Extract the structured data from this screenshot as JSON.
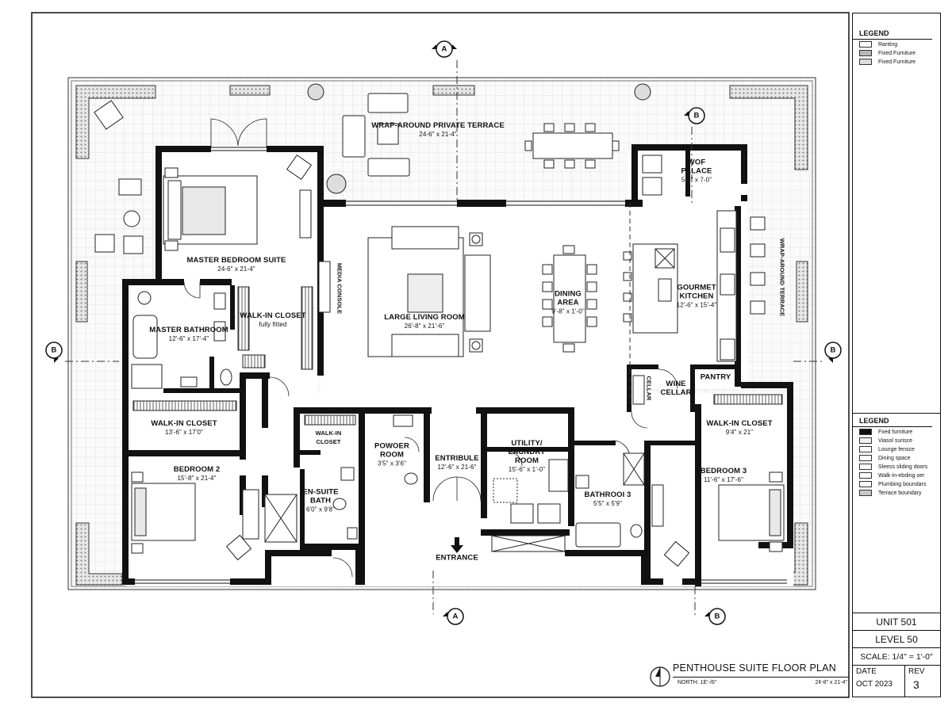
{
  "sheet": {
    "title": "PENTHOUSE SUITE FLOOR PLAN",
    "north_note": "NORTH: 1E'-/6\"",
    "overall_dim": "2¢-8\" x 21-4\"",
    "unit": "UNIT 501",
    "level": "LEVEL 50",
    "scale": "SCALE: 1/4\" = 1'-0\"",
    "date_label": "DATE",
    "date": "OCT 2023",
    "rev_label": "REV",
    "rev": "3"
  },
  "section_markers": {
    "a": "A",
    "b": "B"
  },
  "rooms": {
    "terrace": {
      "name": "WRAP-AROUND PRIVATE TERRACE",
      "dim": "24-6\" x 21-4\""
    },
    "master_bedroom": {
      "name": "MASTER BEDROOM SUITE",
      "dim": "24-6\" x 21-4\""
    },
    "master_bath": {
      "name": "MASTER BATHROOM",
      "dim": "12'-6\" x 17'-4\""
    },
    "master_closet": {
      "name": "WALK-IN CLOSET",
      "note": "fully fitted"
    },
    "media_console": {
      "name": "MEDIA CONSOLE"
    },
    "living": {
      "name": "LARGE LIVING ROOM",
      "dim": "26'-8\" x 21'-6\""
    },
    "dining": {
      "name": "DINING AREA",
      "dim": "9'-8\" x 1'-0\""
    },
    "wolf_palace": {
      "name": "WOF PALACE",
      "dim": "5-6\" x 7-0\""
    },
    "kitchen": {
      "name": "GOURMET KITCHEN",
      "dim": "12'-6\" x 15'-4\""
    },
    "pantry": {
      "name": "PANTRY"
    },
    "wine": {
      "name": "WINE CELLAR",
      "cellar": "CELLAR"
    },
    "closet2": {
      "name": "WALK-IN CLOSET",
      "dim": "13'-6\" x 17'0\""
    },
    "bedroom2": {
      "name": "BEDROOM 2",
      "dim": "15'-8\" x 21-4\""
    },
    "closet_small": {
      "name": "WALK-IN CLOSET"
    },
    "ensuite": {
      "name": "EN-SUITE BATH",
      "dim": "6'0\" x 9'8\""
    },
    "powder": {
      "name": "POWOER ROOM",
      "dim": "3'5\" x 3'6\""
    },
    "entry": {
      "name": "ENTRIBULE",
      "dim": "12'-6\" x 21-6\""
    },
    "entrance": {
      "name": "ENTRANCE"
    },
    "utility": {
      "name": "UTILITY/ LAUNDRY ROOM",
      "dim": "15'-6\" x 1'-0\""
    },
    "bath3": {
      "name": "BATHROOI 3",
      "dim": "5'5\" x 5'9\""
    },
    "closet3": {
      "name": "WALK-IN CLOSET",
      "dim": "9'4\" x 21\""
    },
    "bedroom3": {
      "name": "BEDROOM 3",
      "dim": "11'-6\" x 17'-6\""
    },
    "wraparound_side": {
      "name": "WRAP-AROUND TERRACE"
    }
  },
  "legend_top": {
    "title": "LEGEND",
    "items": [
      {
        "label": "Ranting",
        "swatch": "#ffffff"
      },
      {
        "label": "Fixed Furniture",
        "swatch": "#b8b8b8"
      },
      {
        "label": "Fixed Furniture",
        "swatch": "#dcdcdc"
      }
    ]
  },
  "legend_bottom": {
    "title": "LEGEND",
    "items": [
      {
        "label": "Fxed furniture",
        "swatch": "#111111"
      },
      {
        "label": "Viasol surisce",
        "swatch": "#f2f2f2"
      },
      {
        "label": "Lounge fensce",
        "swatch": "#ffffff"
      },
      {
        "label": "Dining space",
        "swatch": "#ffffff"
      },
      {
        "label": "Sleess sliding doors",
        "swatch": "#ffffff"
      },
      {
        "label": "Walk-in-ebding oer",
        "swatch": "#ffffff"
      },
      {
        "label": "Plumbing boundars",
        "swatch": "#ffffff"
      },
      {
        "label": "Terrace boundary",
        "swatch": "#c8c8c8"
      }
    ]
  }
}
